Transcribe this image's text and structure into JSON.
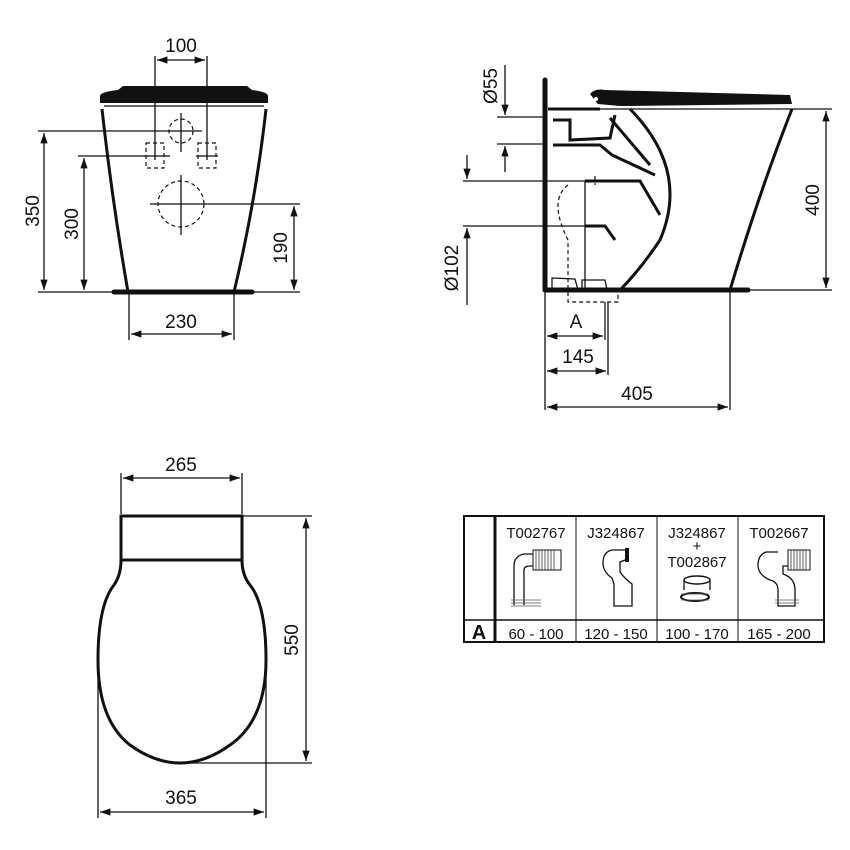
{
  "front_view": {
    "dim_top_width": "100",
    "dim_height_350": "350",
    "dim_height_300": "300",
    "dim_height_190": "190",
    "dim_base_width": "230"
  },
  "side_view": {
    "dim_diameter_55": "Ø55",
    "dim_diameter_102": "Ø102",
    "dim_height_400": "400",
    "dim_label_a": "A",
    "dim_depth_145": "145",
    "dim_depth_405": "405"
  },
  "top_view": {
    "dim_cistern_width": "265",
    "dim_length_550": "550",
    "dim_bowl_width": "365"
  },
  "connector_table": {
    "row_label": "A",
    "columns": [
      {
        "code": "T002767",
        "code2": "",
        "plus": "",
        "range": "60 - 100",
        "icon": "elbow-bellows-connector-icon"
      },
      {
        "code": "J324867",
        "code2": "",
        "plus": "",
        "range": "120 - 150",
        "icon": "offset-pan-connector-icon"
      },
      {
        "code": "J324867",
        "code2": "T002867",
        "plus": "+",
        "range": "100 - 170",
        "icon": "eccentric-ring-connector-icon"
      },
      {
        "code": "T002667",
        "code2": "",
        "plus": "",
        "range": "165 - 200",
        "icon": "swept-bellows-connector-icon"
      }
    ]
  }
}
